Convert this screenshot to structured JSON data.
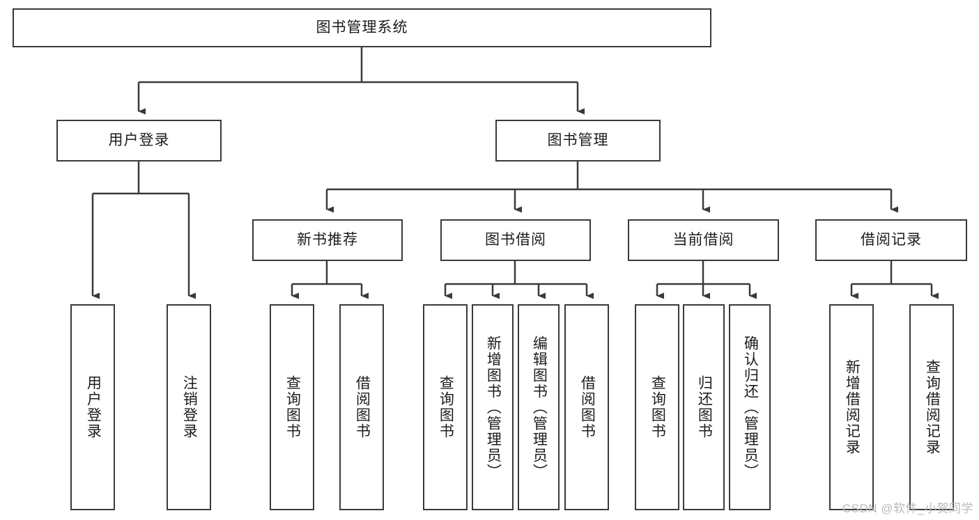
{
  "diagram": {
    "title": "图书管理系统",
    "type": "tree-hierarchy-diagram",
    "root": {
      "id": "root",
      "label": "图书管理系统"
    },
    "level2": [
      {
        "id": "user-login",
        "label": "用户登录"
      },
      {
        "id": "book-manage",
        "label": "图书管理"
      }
    ],
    "level3": [
      {
        "id": "new-book-recommend",
        "label": "新书推荐"
      },
      {
        "id": "book-borrow",
        "label": "图书借阅"
      },
      {
        "id": "current-borrow",
        "label": "当前借阅"
      },
      {
        "id": "borrow-record",
        "label": "借阅记录"
      }
    ],
    "leaves": {
      "user_login": [
        {
          "id": "leaf-user-login",
          "label": "用户登录"
        },
        {
          "id": "leaf-logout-login",
          "label": "注销登录"
        }
      ],
      "new_book_recommend": [
        {
          "id": "leaf-query-book-1",
          "label": "查询图书"
        },
        {
          "id": "leaf-borrow-book-1",
          "label": "借阅图书"
        }
      ],
      "book_borrow": [
        {
          "id": "leaf-query-book-2",
          "label": "查询图书"
        },
        {
          "id": "leaf-add-book",
          "label": "新增图书（管理员）"
        },
        {
          "id": "leaf-edit-book",
          "label": "编辑图书（管理员）"
        },
        {
          "id": "leaf-borrow-book-2",
          "label": "借阅图书"
        }
      ],
      "current_borrow": [
        {
          "id": "leaf-query-book-3",
          "label": "查询图书"
        },
        {
          "id": "leaf-return-book",
          "label": "归还图书"
        },
        {
          "id": "leaf-confirm-return",
          "label": "确认归还（管理员）"
        }
      ],
      "borrow_record": [
        {
          "id": "leaf-add-record",
          "label": "新增借阅记录"
        },
        {
          "id": "leaf-query-record",
          "label": "查询借阅记录"
        }
      ]
    }
  },
  "watermark": {
    "text": "CSDN @软件_小贺同学"
  },
  "colors": {
    "stroke": "#3a3a3a",
    "background": "#ffffff",
    "text": "#1c1c1c",
    "watermark": "#b9b9b9"
  }
}
